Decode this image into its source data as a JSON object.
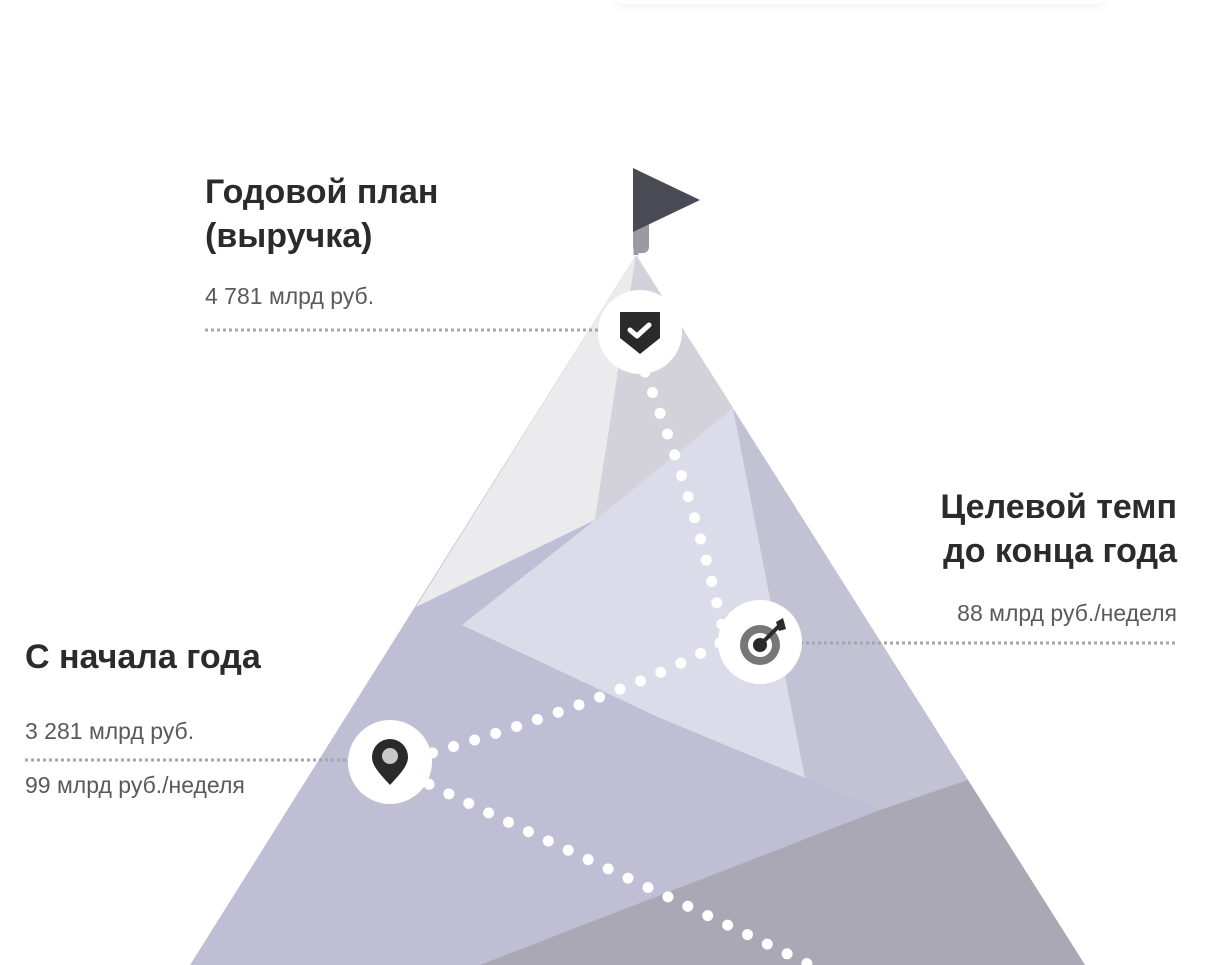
{
  "goal": {
    "title_line1": "Годовой план",
    "title_line2": "(выручка)",
    "value": "4 781 млрд руб.",
    "icon": "shield-check-icon"
  },
  "target": {
    "title_line1": "Целевой темп",
    "title_line2": "до конца года",
    "value": "88 млрд руб./неделя",
    "icon": "target-icon"
  },
  "ytd": {
    "title": "С начала года",
    "value_total": "3 281 млрд руб.",
    "value_weekly": "99 млрд руб./неделя",
    "icon": "map-pin-icon"
  },
  "summit_icon": "flag-icon",
  "colors": {
    "text": "#2b2b2d",
    "muted": "#5a5a5c",
    "lavender": "#bfbed5",
    "dark": "#a9a8b4"
  }
}
